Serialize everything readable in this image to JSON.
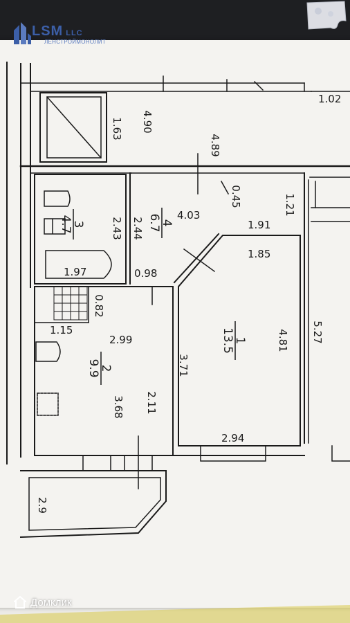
{
  "logo": {
    "name": "LSM",
    "suffix": "LLC",
    "subtitle": "ЛЕНСТРОЙМОНОЛИТ"
  },
  "watermark": "Домклик",
  "rooms": [
    {
      "number": "1",
      "area": "13.5"
    },
    {
      "number": "2",
      "area": "9.9"
    },
    {
      "number": "3",
      "area": "4.7"
    },
    {
      "number": "4",
      "area": "6.7"
    }
  ],
  "dims": {
    "d490": "4.90",
    "d163": "1.63",
    "d489": "4.89",
    "d102": "1.02",
    "d045": "0.45",
    "d121": "1.21",
    "d403": "4.03",
    "d191": "1.91",
    "d244": "2.44",
    "d243": "2.43",
    "d185": "1.85",
    "d197": "1.97",
    "d098": "0.98",
    "d082": "0.82",
    "d115": "1.15",
    "d299": "2.99",
    "d368": "3.68",
    "d211": "2.11",
    "d371": "3.71",
    "d481": "4.81",
    "d527": "5.27",
    "d294": "2.94",
    "d29": "2.9"
  },
  "colors": {
    "ink": "#1a1a1a",
    "paper": "#f4f3f0",
    "logo": "#3c5fa8"
  }
}
